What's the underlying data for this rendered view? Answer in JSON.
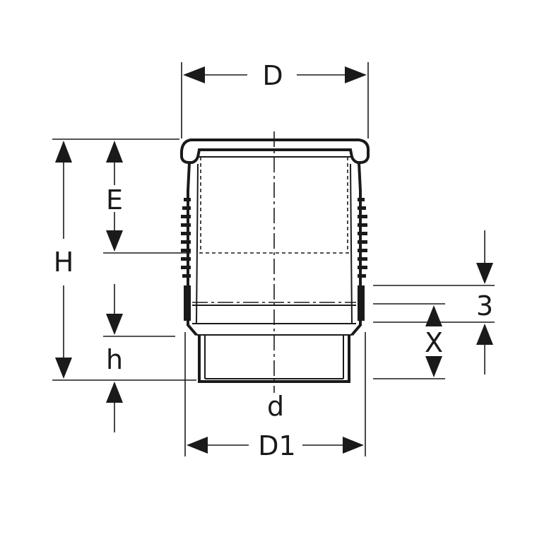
{
  "labels": {
    "D": "D",
    "D1": "D1",
    "d": "d",
    "H": "H",
    "E": "E",
    "h": "h",
    "X": "X",
    "three": "3"
  },
  "colors": {
    "line": "#1a1a1a",
    "background": "#ffffff"
  }
}
